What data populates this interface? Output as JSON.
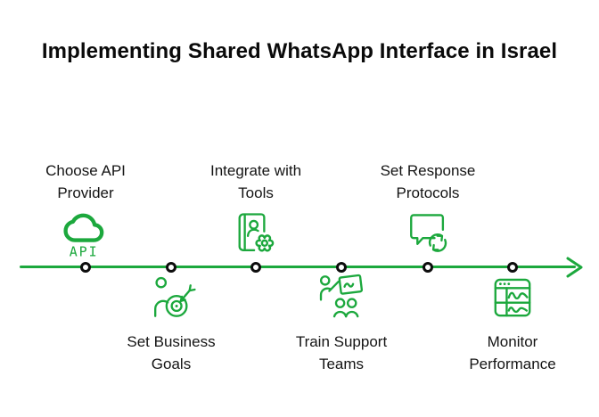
{
  "title": "Implementing Shared WhatsApp Interface in Israel",
  "colors": {
    "accent_green": "#1CA83D",
    "text_black": "#141414",
    "background": "#FFFFFF",
    "node_ring": "#0D0D0D"
  },
  "timeline": {
    "node_count": 6,
    "direction": "left-to-right",
    "end_icon": "right-arrow-icon"
  },
  "steps": [
    {
      "label": "Choose API Provider",
      "line1": "Choose API",
      "line2": "Provider",
      "icon": "cloud-api-icon",
      "icon_text": "API",
      "position": "above-line"
    },
    {
      "label": "Set Business Goals",
      "line1": "Set Business",
      "line2": "Goals",
      "icon": "person-target-icon",
      "position": "below-line"
    },
    {
      "label": "Integrate with Tools",
      "line1": "Integrate with",
      "line2": "Tools",
      "icon": "book-person-gear-icon",
      "position": "above-line"
    },
    {
      "label": "Train Support Teams",
      "line1": "Train Support",
      "line2": "Teams",
      "icon": "training-presentation-icon",
      "position": "below-line"
    },
    {
      "label": "Set Response Protocols",
      "line1": "Set Response",
      "line2": "Protocols",
      "icon": "chat-sync-icon",
      "position": "above-line"
    },
    {
      "label": "Monitor Performance",
      "line1": "Monitor",
      "line2": "Performance",
      "icon": "dashboard-monitor-icon",
      "position": "below-line"
    }
  ]
}
